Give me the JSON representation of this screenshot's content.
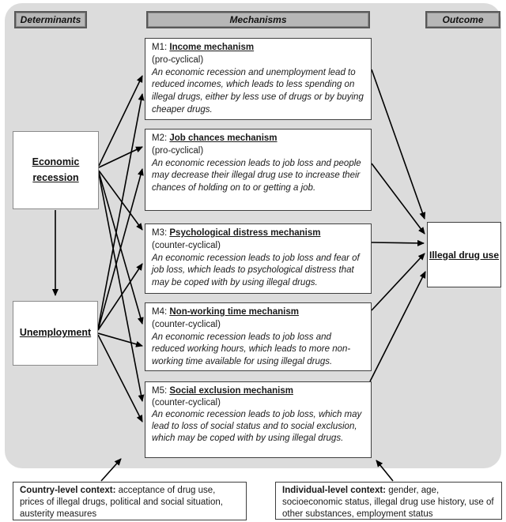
{
  "headers": {
    "determinants": "Determinants",
    "mechanisms": "Mechanisms",
    "outcome": "Outcome"
  },
  "determinants": [
    {
      "label": "Economic recession"
    },
    {
      "label": "Unemployment"
    }
  ],
  "mechanisms": [
    {
      "id": "M1:",
      "title": "Income mechanism",
      "cyclicality": "(pro-cyclical)",
      "description": "An economic recession and unemployment lead to reduced incomes, which leads to less spending on illegal drugs, either by less use of drugs or by buying cheaper drugs."
    },
    {
      "id": "M2:",
      "title": "Job chances mechanism",
      "cyclicality": "(pro-cyclical)",
      "description": "An economic recession leads to job loss and people may decrease their illegal drug use to increase their chances of holding on to or getting a job."
    },
    {
      "id": "M3:",
      "title": "Psychological distress mechanism",
      "cyclicality": "(counter-cyclical)",
      "description": "An economic recession leads to job loss and fear of job loss, which leads to psychological distress that may be coped with by using illegal drugs."
    },
    {
      "id": "M4:",
      "title": "Non-working time mechanism",
      "cyclicality": "(counter-cyclical)",
      "description": "An economic recession leads to job loss and reduced working hours, which leads to more non-working time available for using illegal drugs."
    },
    {
      "id": "M5:",
      "title": "Social exclusion mechanism",
      "cyclicality": "(counter-cyclical)",
      "description": "An economic recession leads to job loss, which may lead to loss of social status and to social exclusion, which may be coped with by using illegal drugs."
    }
  ],
  "outcome": {
    "label": "Illegal drug use"
  },
  "contexts": [
    {
      "lead": "Country-level context:",
      "text": " acceptance of drug use, prices of illegal drugs, political and social situation, austerity measures"
    },
    {
      "lead": "Individual-level context:",
      "text": " gender, age, socioeconomic status, illegal drug use history, use of other substances, employment status"
    }
  ],
  "edges": [
    {
      "from": "economic-recession",
      "to": "unemployment"
    },
    {
      "from": "economic-recession",
      "to": "m1"
    },
    {
      "from": "economic-recession",
      "to": "m2"
    },
    {
      "from": "economic-recession",
      "to": "m3"
    },
    {
      "from": "economic-recession",
      "to": "m4"
    },
    {
      "from": "economic-recession",
      "to": "m5"
    },
    {
      "from": "unemployment",
      "to": "m1"
    },
    {
      "from": "unemployment",
      "to": "m2"
    },
    {
      "from": "unemployment",
      "to": "m3"
    },
    {
      "from": "unemployment",
      "to": "m4"
    },
    {
      "from": "unemployment",
      "to": "m5"
    },
    {
      "from": "m1",
      "to": "illegal-drug-use"
    },
    {
      "from": "m2",
      "to": "illegal-drug-use"
    },
    {
      "from": "m3",
      "to": "illegal-drug-use"
    },
    {
      "from": "m4",
      "to": "illegal-drug-use"
    },
    {
      "from": "m5",
      "to": "illegal-drug-use"
    },
    {
      "from": "country-level-context",
      "to": "diagram"
    },
    {
      "from": "individual-level-context",
      "to": "diagram"
    }
  ],
  "colors": {
    "canvas_bg": "#dcdcdc",
    "header_bg": "#b7b7b7",
    "box_bg": "#ffffff",
    "border_dark": "#3f3f3f",
    "arrow": "#000000"
  }
}
